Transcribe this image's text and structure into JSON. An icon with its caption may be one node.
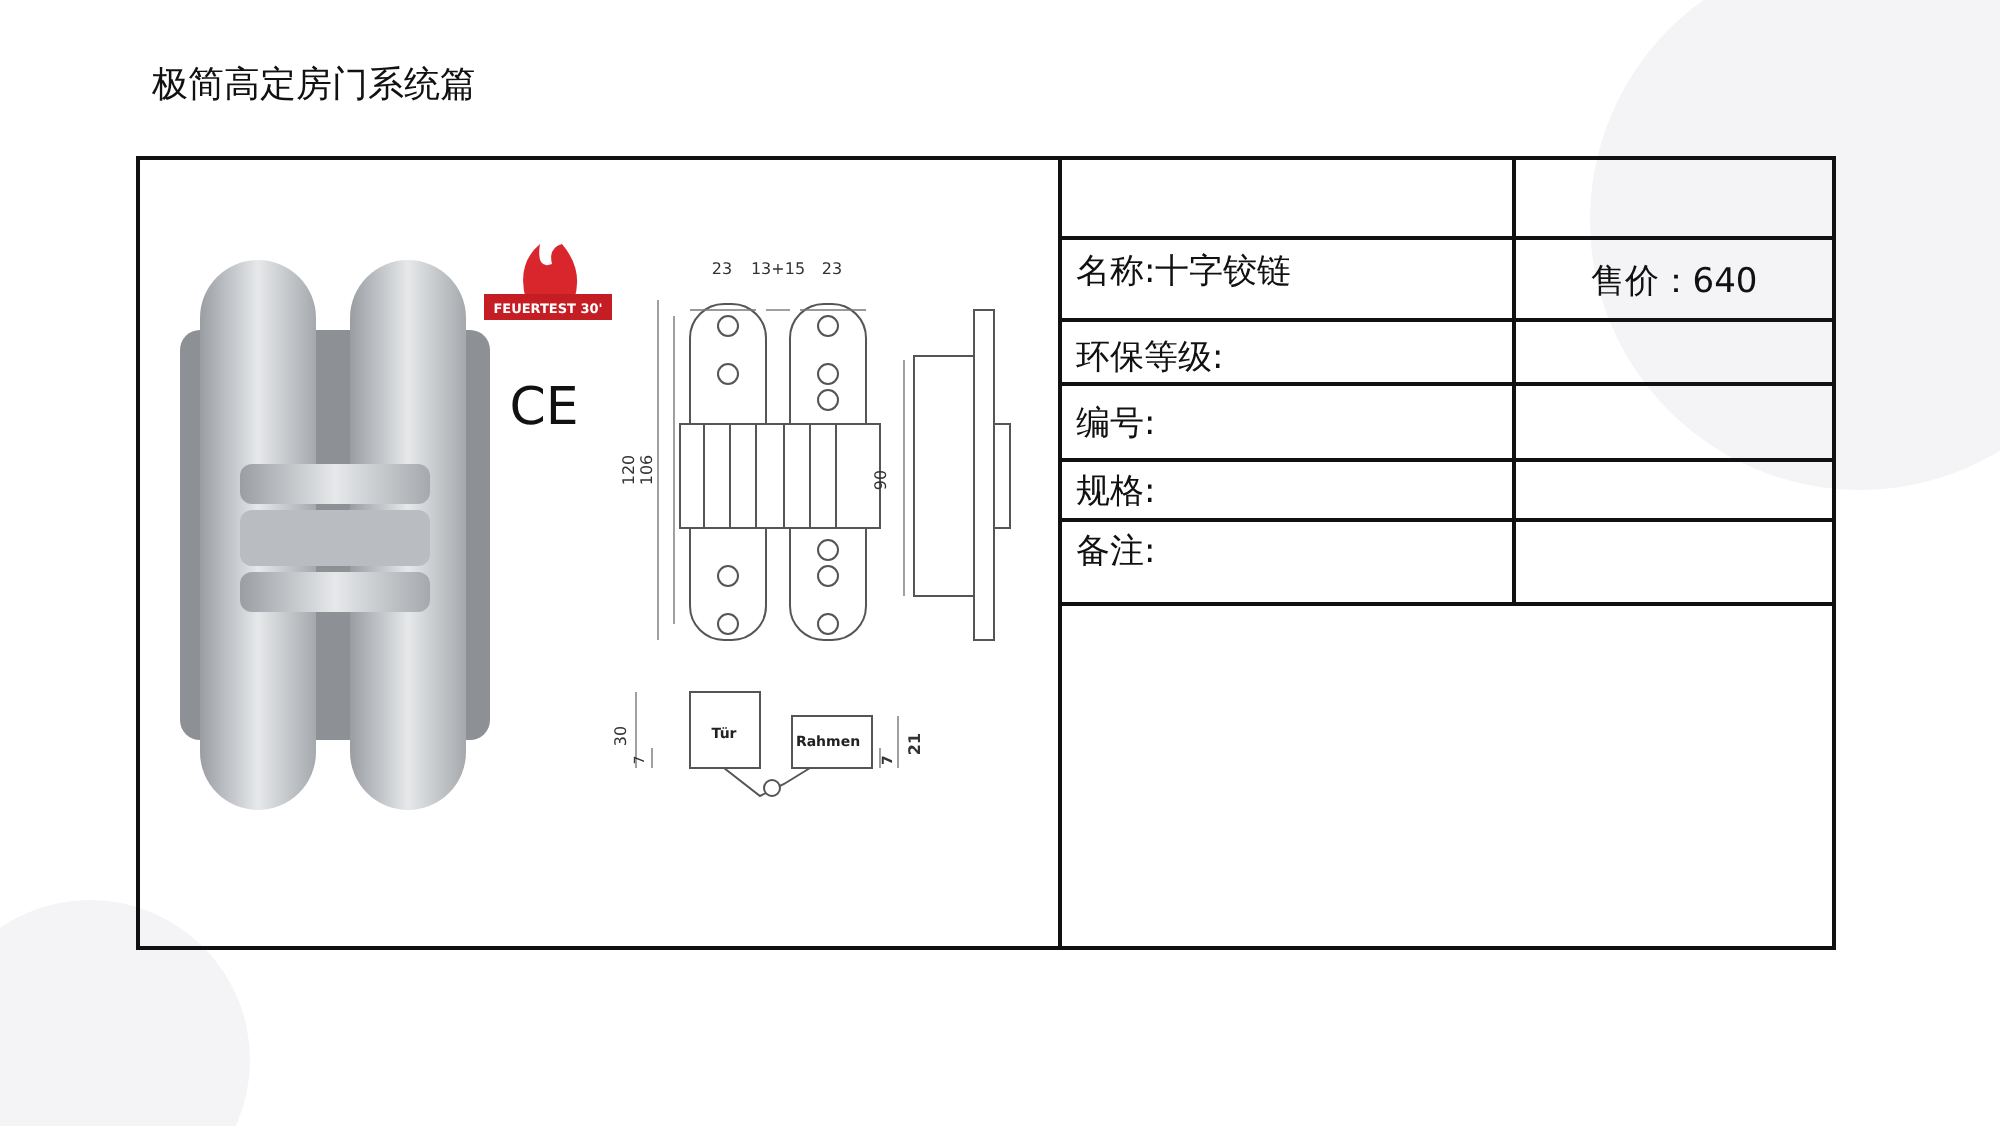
{
  "diagram": {
    "title": "极简高定房门系统篇",
    "labels": [
      "FEUERTEST 30'",
      "CE",
      "23",
      "13+15",
      "23",
      "120",
      "106",
      "90",
      "30",
      "7",
      "Tür",
      "Rahmen",
      "7",
      "21",
      "名称:十字铰链",
      "售价：640",
      "环保等级:",
      "编号:",
      "规格:",
      "备注:"
    ]
  }
}
